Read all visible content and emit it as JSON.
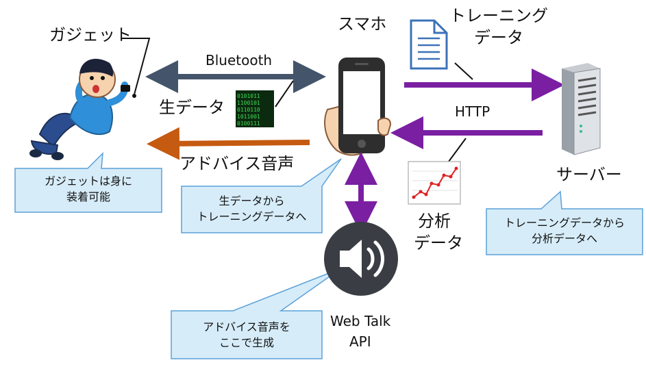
{
  "labels": {
    "gadget": "ガジェット",
    "smartphone": "スマホ",
    "training_data": [
      "トレーニング",
      "データ"
    ],
    "bluetooth": "Bluetooth",
    "raw_data": "生データ",
    "http": "HTTP",
    "advice_audio": "アドバイス音声",
    "server": "サーバー",
    "analysis_data": [
      "分析",
      "データ"
    ],
    "web_talk_api": [
      "Web Talk",
      "API"
    ]
  },
  "callouts": {
    "gadget": [
      "ガジェットは身に",
      "装着可能"
    ],
    "smartphone": [
      "生データから",
      "トレーニングデータへ"
    ],
    "server": [
      "トレーニングデータから",
      "分析データへ"
    ],
    "api": [
      "アドバイス音声を",
      "ここで生成"
    ]
  },
  "colors": {
    "bluetooth_arrow": "#44546a",
    "advice_arrow": "#c55a11",
    "http_arrow": "#7a1fa2",
    "callout_fill": "#d6ecf8",
    "callout_stroke": "#5aa0d8"
  }
}
